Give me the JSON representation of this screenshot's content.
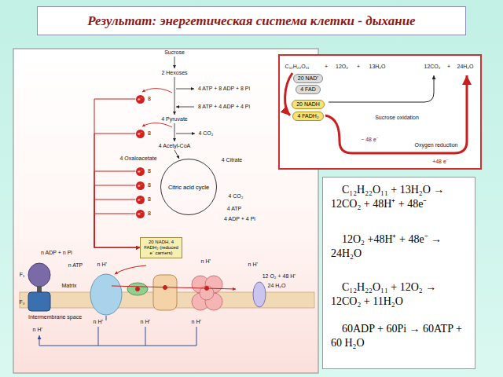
{
  "diagram": {
    "title": "Результат: энергетическая система клетки - дыхание",
    "nodes": [
      {
        "text": [
          "Citric acid cycle"
        ]
      },
      {
        "text": [
          "20 NADH, 4 FADH₂ (reduced e⁻ carriers)"
        ]
      },
      {
        "text": [
          "e⁻"
        ]
      },
      {
        "text": [
          "e⁻"
        ]
      },
      {
        "text": [
          "e⁻"
        ]
      },
      {
        "text": [
          "e⁻"
        ]
      },
      {
        "text": [
          "e⁻"
        ]
      },
      {
        "text": [
          "e⁻"
        ]
      },
      {
        "text": [
          "20 NAD⁺"
        ]
      },
      {
        "text": [
          "4 FAD"
        ]
      },
      {
        "text": [
          "20 NADH"
        ]
      },
      {
        "text": [
          "4 FADH₂"
        ]
      },
      {
        "text": [
          "C₁₂H₂₂O₁₁ + 13H₂O → 12CO₂ + 48H⁺ + 48e⁻",
          "12O₂ +48H⁺ + 48e⁻ → 24H₂O",
          "C₁₂H₂₂O₁₁ + 12O₂ → 12CO₂ + 11H₂O",
          "60ADP + 60Pi → 60ATP + 60 H₂O"
        ]
      }
    ],
    "edges": [
      {
        "from": 2,
        "to": 1,
        "arrow": "to"
      },
      {
        "from": 3,
        "to": 1,
        "arrow": "to"
      },
      {
        "from": 4,
        "to": 1,
        "arrow": "to"
      },
      {
        "from": 5,
        "to": 1,
        "arrow": "to"
      },
      {
        "from": 6,
        "to": 1,
        "arrow": "to"
      },
      {
        "from": 7,
        "to": 1,
        "arrow": "to"
      }
    ],
    "labels": [
      "Sucrose",
      "2 Hexoses",
      "4 ATP + 8 ADP + 8 Pi",
      "8",
      "8 ATP + 4 ADP + 4 Pi",
      "4 Pyruvate",
      "8",
      "4 CO₂",
      "4 Acetyl-CoA",
      "4 Oxaloacetate",
      "4 Citrate",
      "8",
      "8",
      "8",
      "8",
      "4 CO₂",
      "4 ATP",
      "4 ADP + 4 Pi",
      "n ADP + n Pi",
      "n ATP",
      "F₁",
      "F₀",
      "Matrix",
      "Intermembrane space",
      "n H⁺",
      "n H⁺",
      "n H⁺",
      "12 O₂ + 48 H⁺",
      "24 H₂O",
      "n H⁺",
      "n H⁺",
      "n H⁺",
      "n H⁺",
      "C₁₂H₂₂O₁₁",
      "+",
      "12O₂",
      "+",
      "13H₂O",
      "12CO₂",
      "+",
      "24H₂O",
      "Sucrose oxidation",
      "− 48 e⁻",
      "Oxygen reduction",
      "+48 e⁻"
    ]
  }
}
